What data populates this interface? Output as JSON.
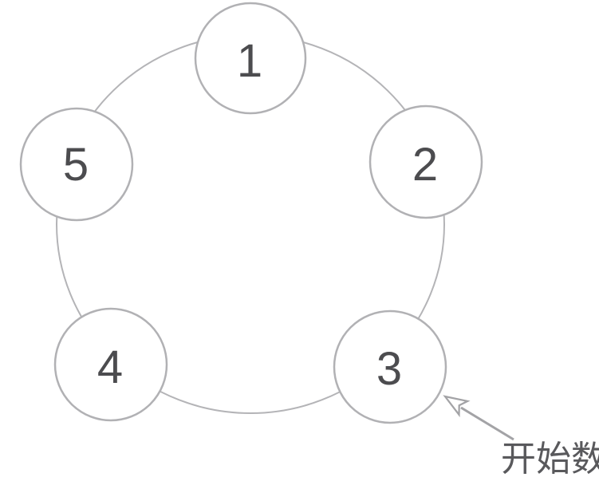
{
  "figure": {
    "type": "circular-counting-diagram",
    "background": "#ffffff",
    "nodes": [
      {
        "label": "1"
      },
      {
        "label": "2"
      },
      {
        "label": "3"
      },
      {
        "label": "4"
      },
      {
        "label": "5"
      }
    ],
    "annotation": {
      "label": "开始数",
      "arrow_points_to_node": "3"
    },
    "colors": {
      "ring_stroke": "#b4b4b7",
      "node_stroke": "#b1b1b4",
      "node_fill": "#ffffff",
      "number_text": "#4c4c4f",
      "arrow": "#a3a3a6",
      "annotation_text": "#59595c"
    }
  }
}
